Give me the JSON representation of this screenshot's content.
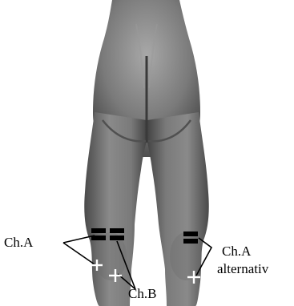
{
  "labels": {
    "channel_a": "Ch.A",
    "channel_b": "Ch.B",
    "channel_a_alt": "Ch.A",
    "channel_a_alt_sub": "alternativ"
  },
  "electrodes": {
    "negative_symbol": "−",
    "positive_symbol": "+"
  },
  "colors": {
    "skin_light": "#9a9a9a",
    "skin_mid": "#6e6e6e",
    "skin_dark": "#3c3c3c",
    "negative_electrode": "#000000",
    "positive_electrode": "#ffffff",
    "lead_line": "#000000"
  }
}
